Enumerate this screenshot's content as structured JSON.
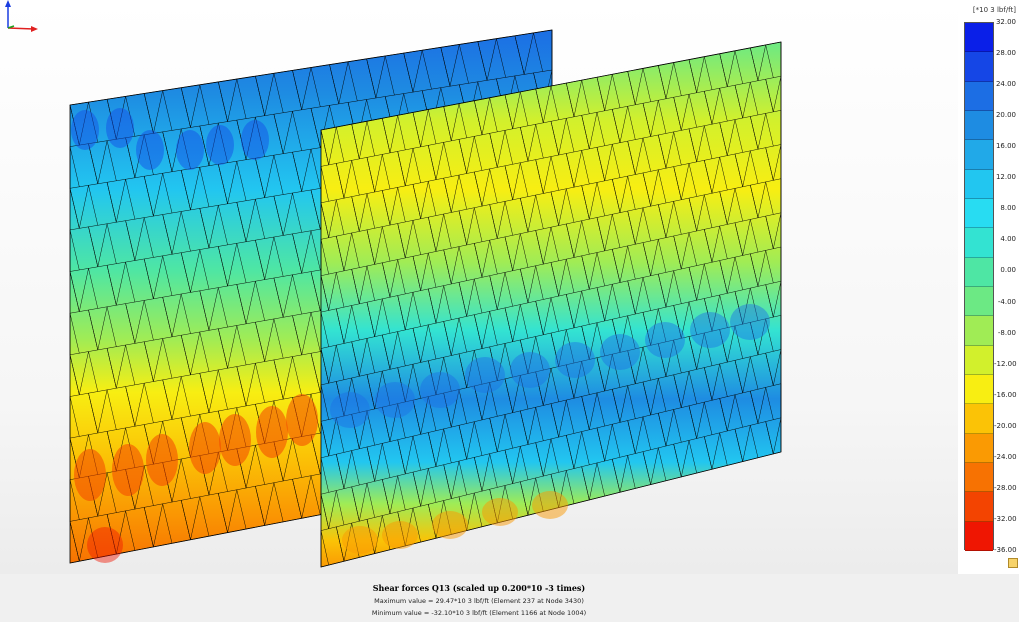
{
  "legend": {
    "unit_label": "[*10 3 lbf/ft]",
    "ticks": [
      "32.00",
      "28.00",
      "24.00",
      "20.00",
      "16.00",
      "12.00",
      "8.00",
      "4.00",
      "0.00",
      "-4.00",
      "-8.00",
      "-12.00",
      "-16.00",
      "-20.00",
      "-24.00",
      "-28.00",
      "-32.00",
      "-36.00"
    ],
    "colors": [
      "#0a1fe8",
      "#1546e6",
      "#1c6ee4",
      "#1e8ce2",
      "#21a9e8",
      "#22c6f0",
      "#28dcf2",
      "#33e3d2",
      "#4ee6a4",
      "#6ce984",
      "#a0ec55",
      "#d2f02c",
      "#f8ee12",
      "#fbc306",
      "#fa9a03",
      "#f77202",
      "#f34401",
      "#ef1602"
    ]
  },
  "caption": {
    "title": "Shear forces Q13 (scaled up 0.200*10 -3 times)",
    "max_line": "Maximum value = 29.47*10 3 lbf/ft (Element 237 at Node 3430)",
    "min_line": "Minimum value = -32.10*10 3 lbf/ft (Element 1166 at Node 1004)"
  },
  "icons": {
    "axis": "axis-triad-icon",
    "view_tool": "view-settings-icon"
  }
}
